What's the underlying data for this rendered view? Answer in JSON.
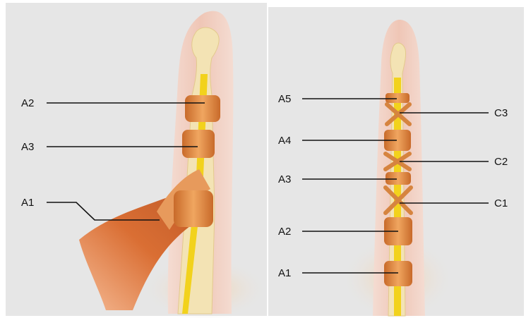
{
  "left_panel": {
    "labels": {
      "a2": "A2",
      "a3": "A3",
      "a1": "A1"
    }
  },
  "right_panel": {
    "labels": {
      "a5": "A5",
      "a4": "A4",
      "a3": "A3",
      "a2": "A2",
      "a1": "A1",
      "c3": "C3",
      "c2": "C2",
      "c1": "C1"
    }
  },
  "colors": {
    "background": "#e6e6e6",
    "skin": "#f2cfc2",
    "bone": "#f3e3b4",
    "tendon": "#f2d21c",
    "pulley": "#e3944e",
    "muscle": "#d9682a",
    "leader_line": "#111111"
  }
}
